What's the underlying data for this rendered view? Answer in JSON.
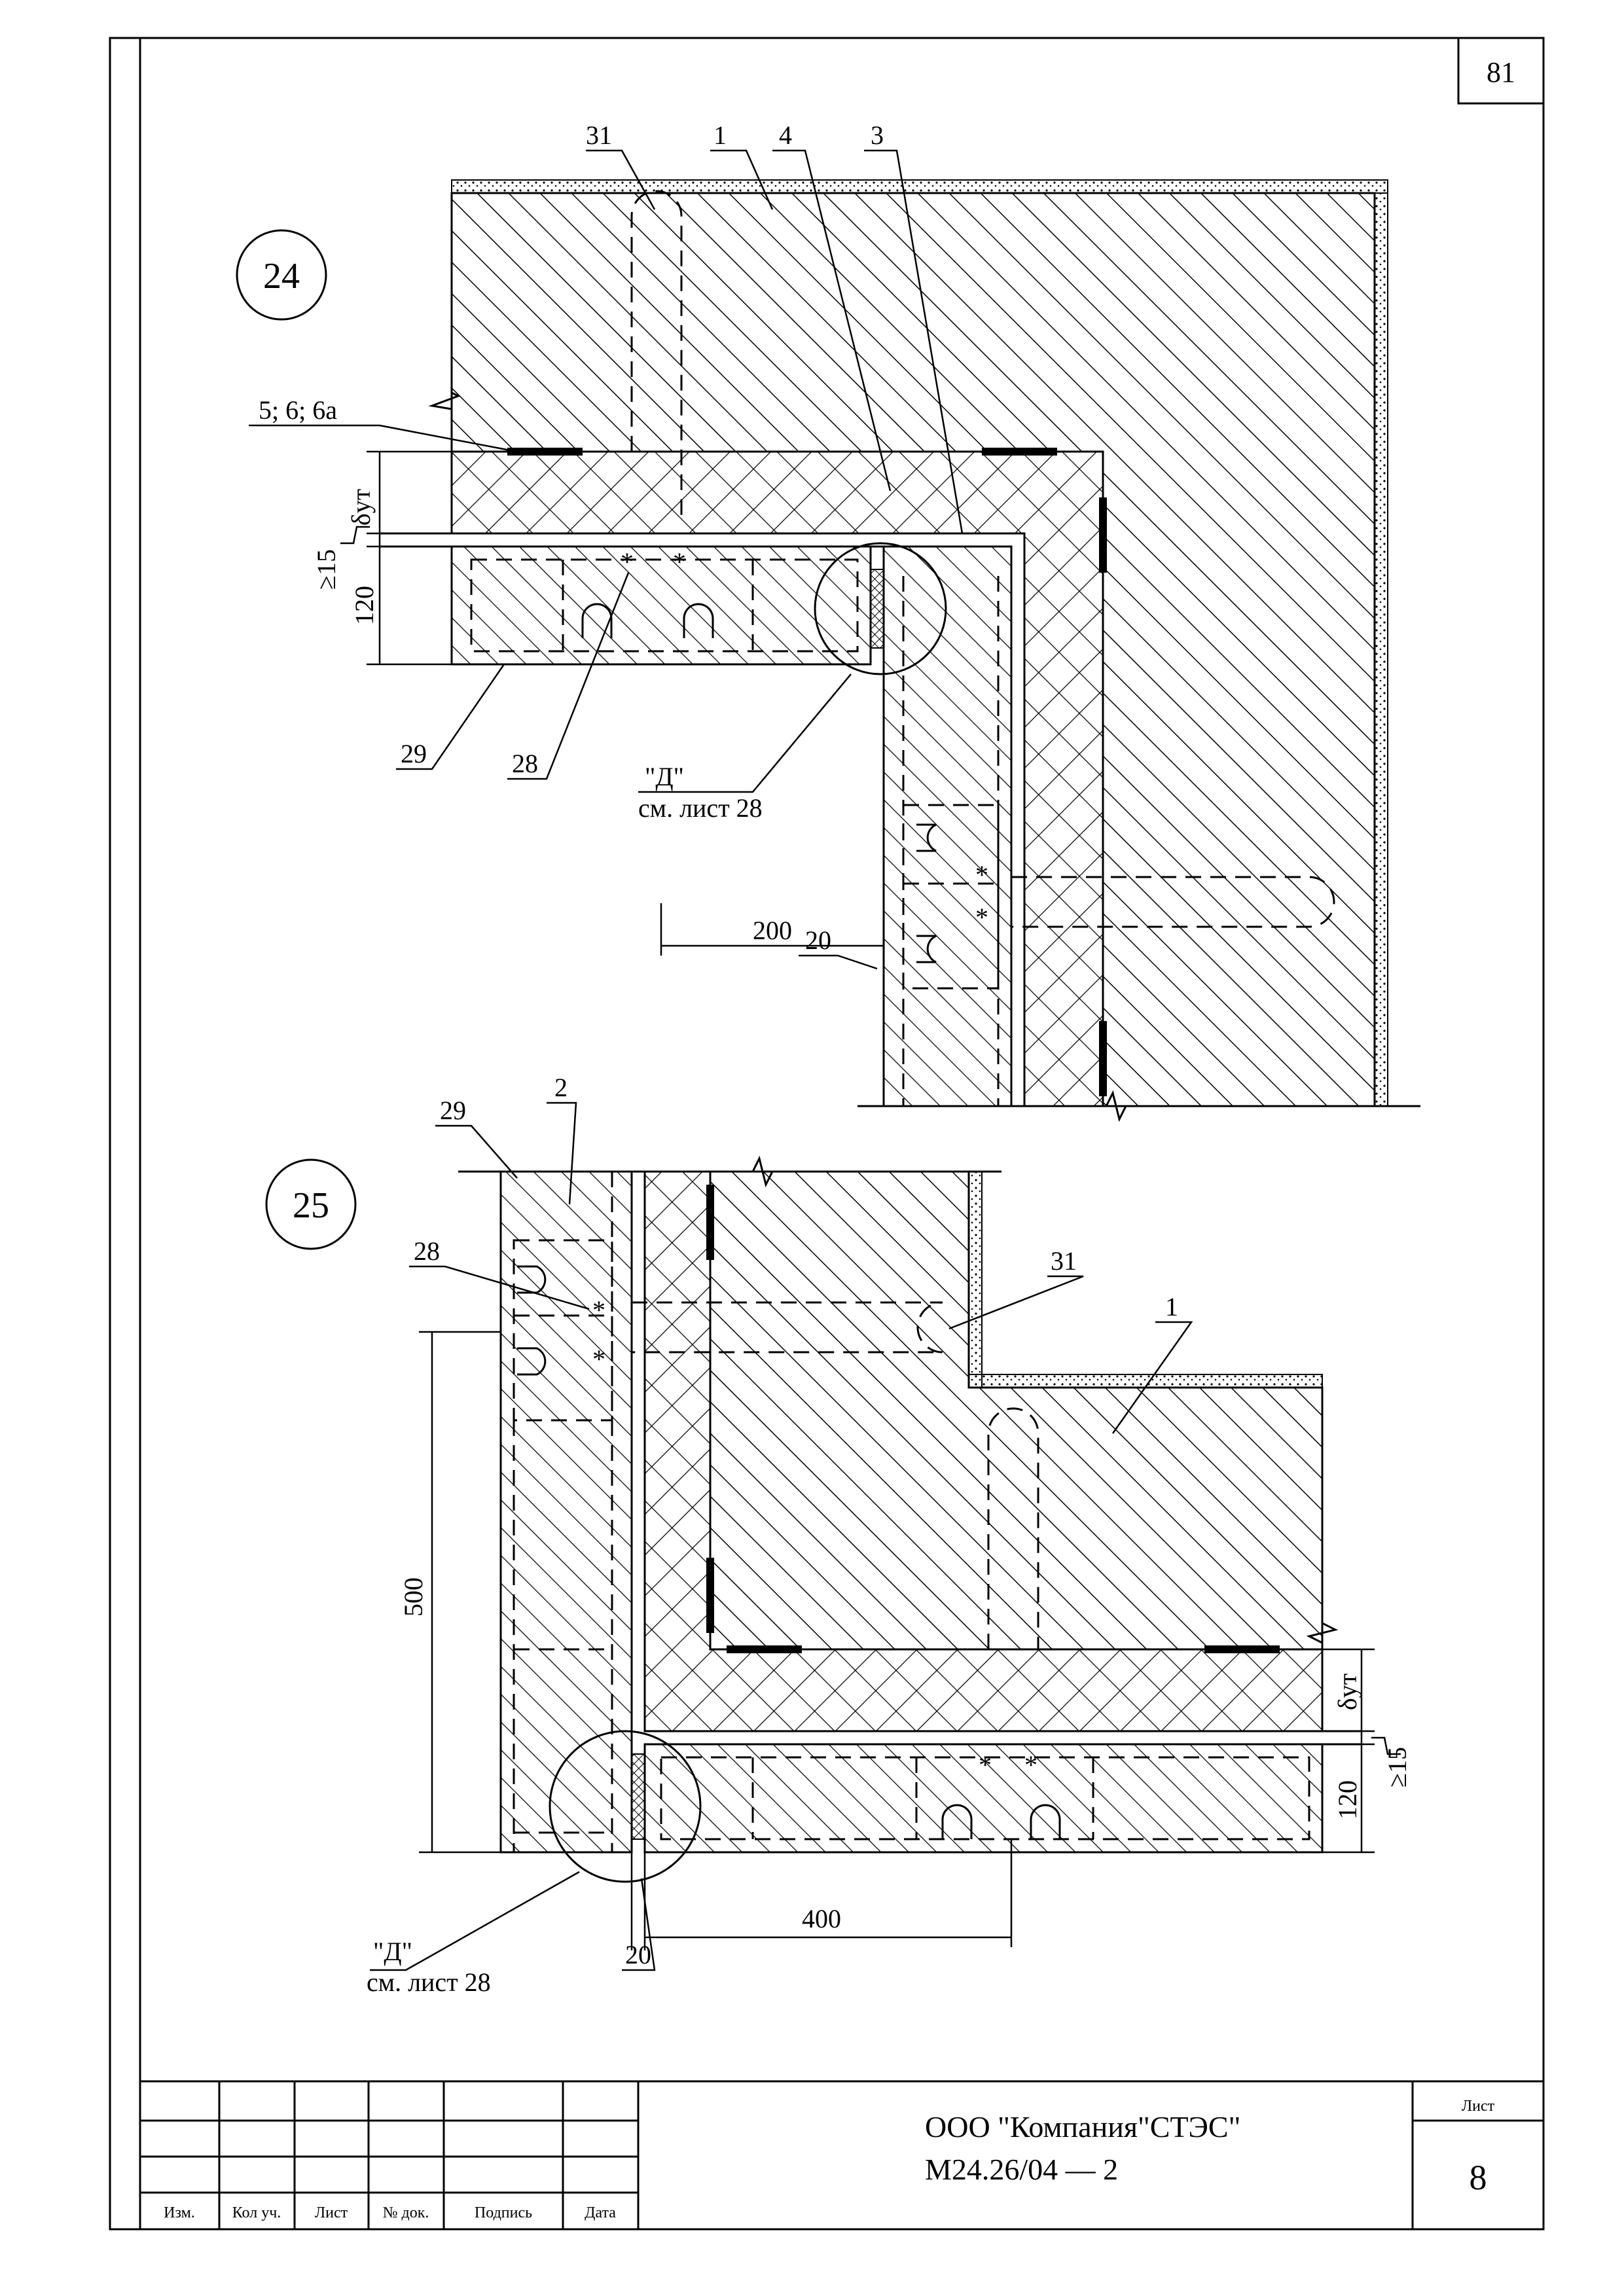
{
  "sheet_number_corner": "81",
  "detail_24": {
    "id": "24",
    "callouts": {
      "c31": "31",
      "c1": "1",
      "c4": "4",
      "c3": "3",
      "c5": "5; 6; 6а",
      "c29": "29",
      "c28": "28",
      "c20": "20"
    },
    "dims": {
      "delta": "δут",
      "ge15": "≥15",
      "d120": "120",
      "d200": "200"
    },
    "detail_ref": {
      "mark": "\"Д\"",
      "text": "см. лист 28"
    }
  },
  "detail_25": {
    "id": "25",
    "callouts": {
      "c29": "29",
      "c2": "2",
      "c28": "28",
      "c31": "31",
      "c1": "1",
      "c20": "20"
    },
    "dims": {
      "d500": "500",
      "delta": "δут",
      "ge15": "≥15",
      "d120": "120",
      "d400": "400"
    },
    "detail_ref": {
      "mark": "\"Д\"",
      "text": "см. лист 28"
    }
  },
  "title_block": {
    "col_izm": "Изм.",
    "col_kol": "Кол уч.",
    "col_list": "Лист",
    "col_doc": "№ док.",
    "col_sign": "Подпись",
    "col_date": "Дата",
    "company": "ООО \"Компания\"СТЭС\"",
    "code": "М24.26/04 — 2",
    "sheet_label": "Лист",
    "sheet_no": "8"
  }
}
